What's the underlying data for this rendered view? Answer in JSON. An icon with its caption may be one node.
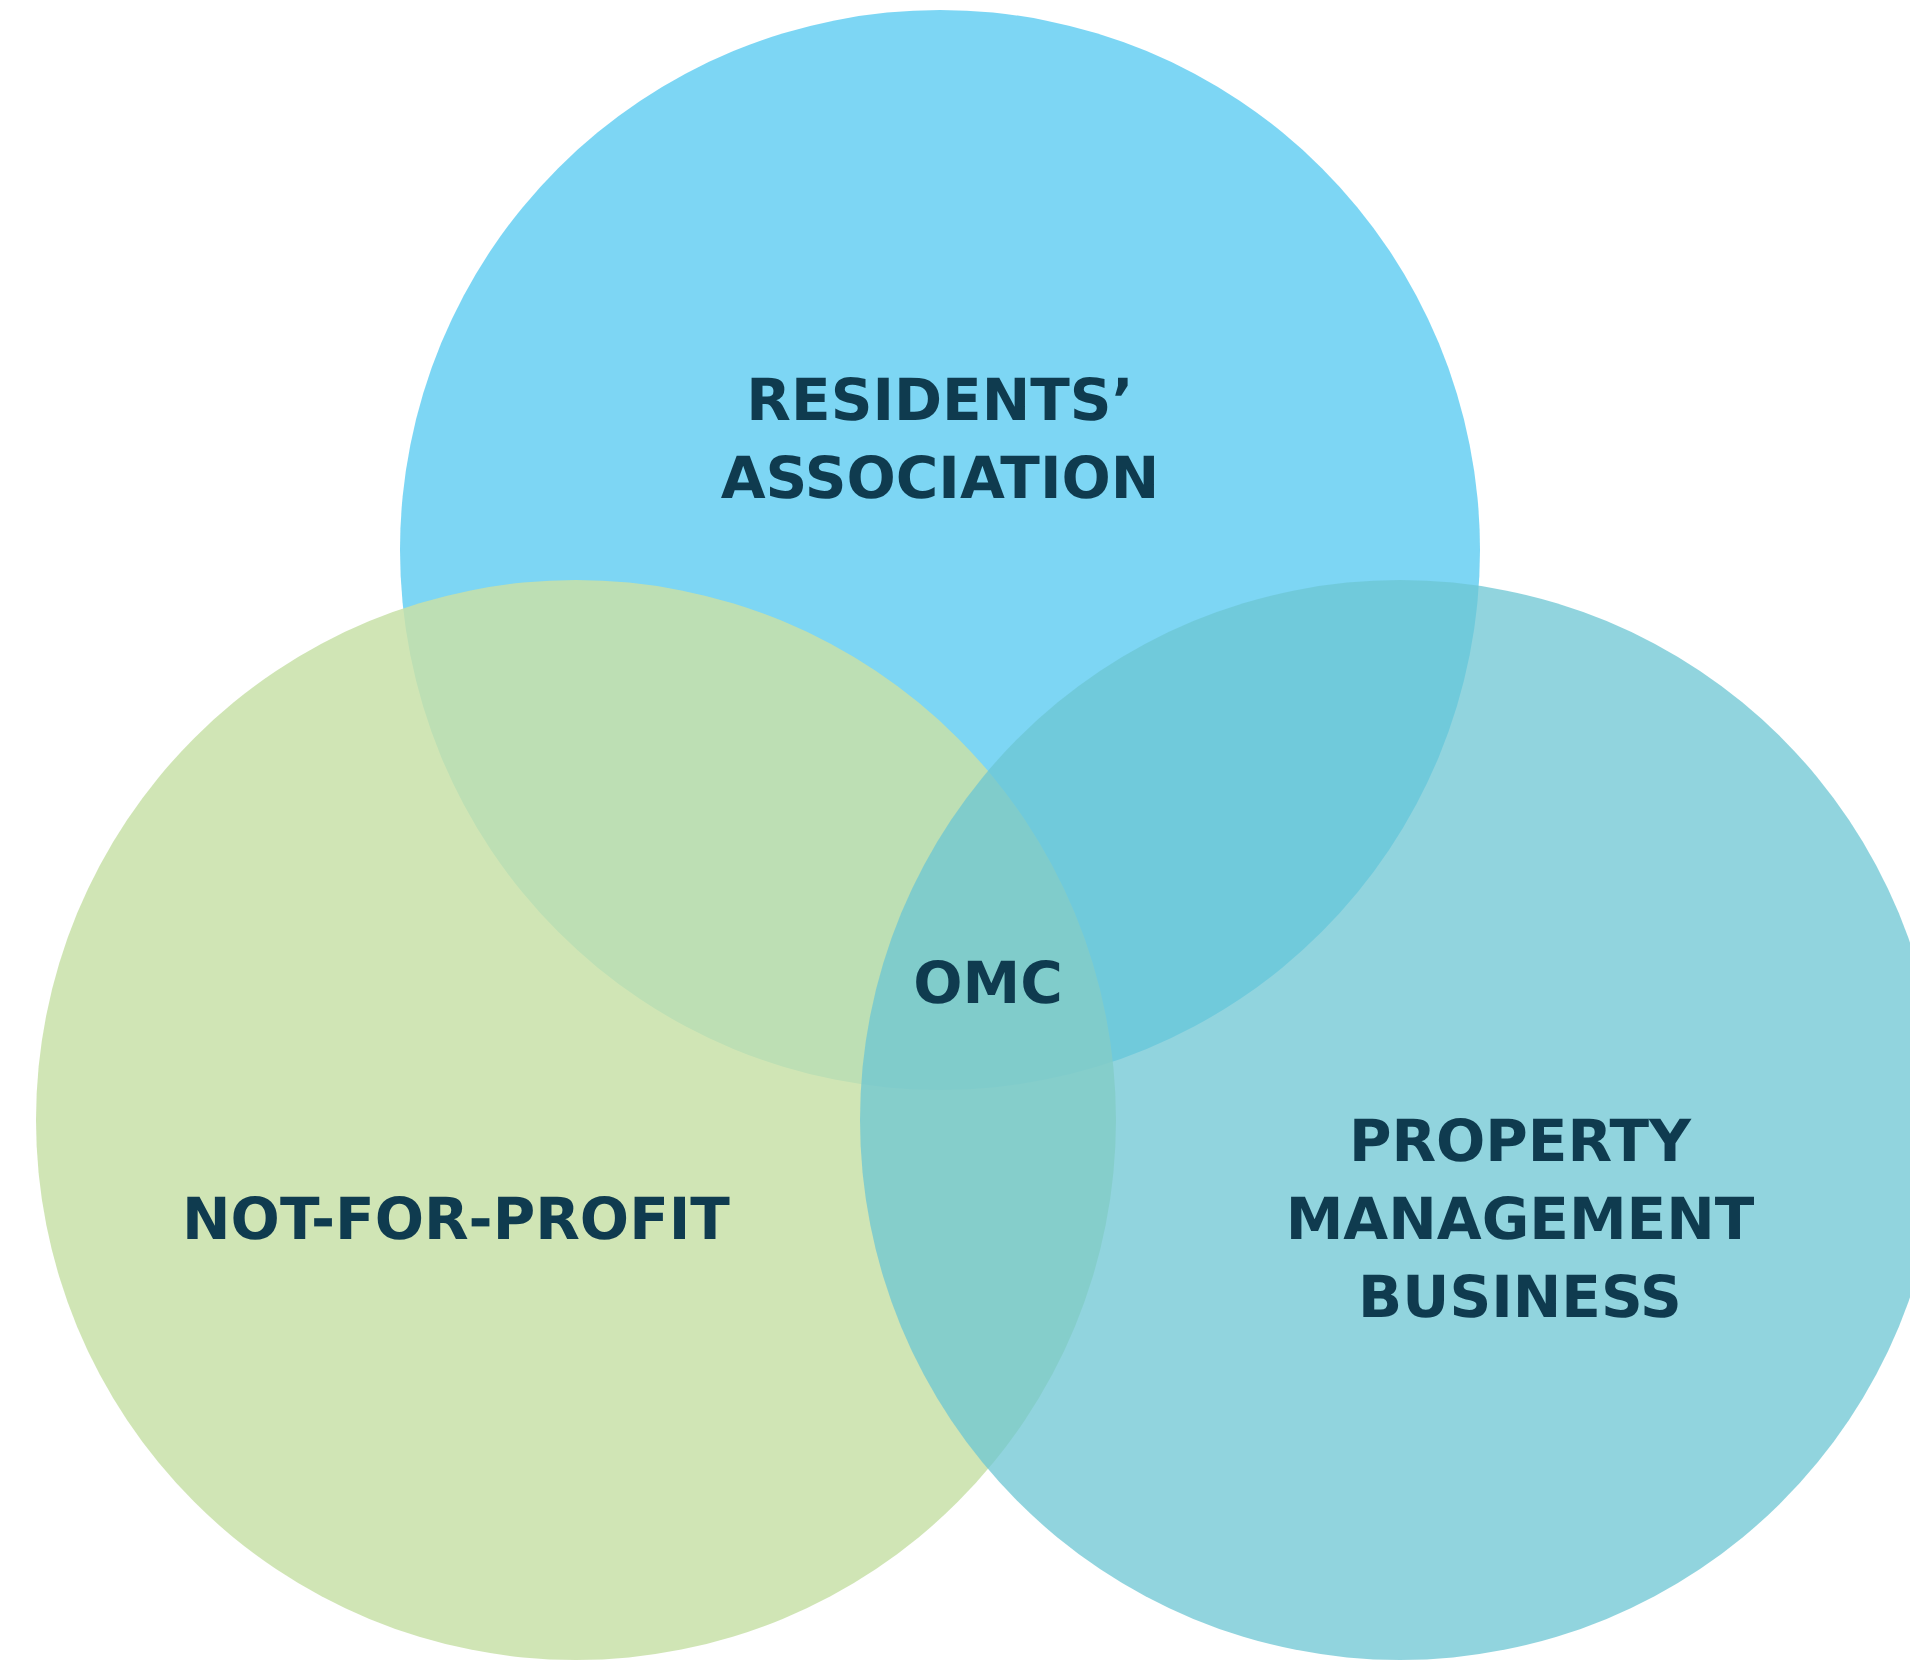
{
  "diagram": {
    "nodes": [
      {
        "text": [
          "RESIDENTS’ ASSOCIATION"
        ]
      },
      {
        "text": [
          "NOT-FOR-PROFIT"
        ]
      },
      {
        "text": [
          "PROPERTY MANAGEMENT BUSINESS"
        ]
      },
      {
        "text": [
          "OMC"
        ]
      }
    ]
  }
}
